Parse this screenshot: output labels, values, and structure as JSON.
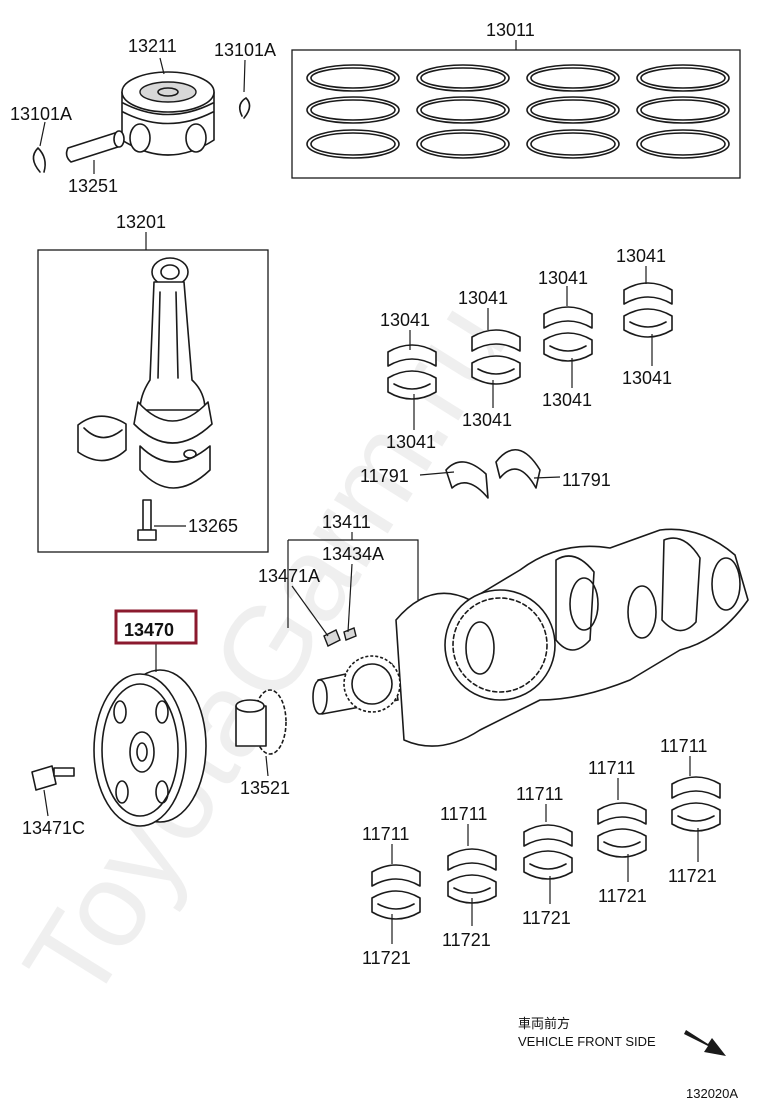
{
  "watermark": "ToyotaGarm.ru",
  "direction": {
    "jp": "車両前方",
    "en": "VEHICLE FRONT SIDE"
  },
  "diagram_id": "132020A",
  "selected_part": "13470",
  "colors": {
    "highlight": "#8b1a2e",
    "line": "#1a1a1a"
  },
  "labels": [
    {
      "text": "13211",
      "name": "label-13211-piston"
    },
    {
      "text": "13101A",
      "name": "label-13101a-right"
    },
    {
      "text": "13101A",
      "name": "label-13101a-left"
    },
    {
      "text": "13251",
      "name": "label-13251-pin"
    },
    {
      "text": "13011",
      "name": "label-13011-rings"
    },
    {
      "text": "13201",
      "name": "label-13201-conrod"
    },
    {
      "text": "13265",
      "name": "label-13265-bolt"
    },
    {
      "text": "13041",
      "name": "label-13041-u1"
    },
    {
      "text": "13041",
      "name": "label-13041-u2"
    },
    {
      "text": "13041",
      "name": "label-13041-u3"
    },
    {
      "text": "13041",
      "name": "label-13041-u4"
    },
    {
      "text": "13041",
      "name": "label-13041-l1"
    },
    {
      "text": "13041",
      "name": "label-13041-l2"
    },
    {
      "text": "13041",
      "name": "label-13041-l3"
    },
    {
      "text": "13041",
      "name": "label-13041-l4"
    },
    {
      "text": "11791",
      "name": "label-11791-left"
    },
    {
      "text": "11791",
      "name": "label-11791-right"
    },
    {
      "text": "13411",
      "name": "label-13411-crankshaft"
    },
    {
      "text": "13434A",
      "name": "label-13434a-key"
    },
    {
      "text": "13471A",
      "name": "label-13471a-key"
    },
    {
      "text": "13470",
      "name": "label-13470-pulley"
    },
    {
      "text": "13521",
      "name": "label-13521-gear"
    },
    {
      "text": "13471C",
      "name": "label-13471c-bolt"
    },
    {
      "text": "11711",
      "name": "label-11711-1"
    },
    {
      "text": "11711",
      "name": "label-11711-2"
    },
    {
      "text": "11711",
      "name": "label-11711-3"
    },
    {
      "text": "11711",
      "name": "label-11711-4"
    },
    {
      "text": "11711",
      "name": "label-11711-5"
    },
    {
      "text": "11721",
      "name": "label-11721-1"
    },
    {
      "text": "11721",
      "name": "label-11721-2"
    },
    {
      "text": "11721",
      "name": "label-11721-3"
    },
    {
      "text": "11721",
      "name": "label-11721-4"
    },
    {
      "text": "11721",
      "name": "label-11721-5"
    }
  ]
}
